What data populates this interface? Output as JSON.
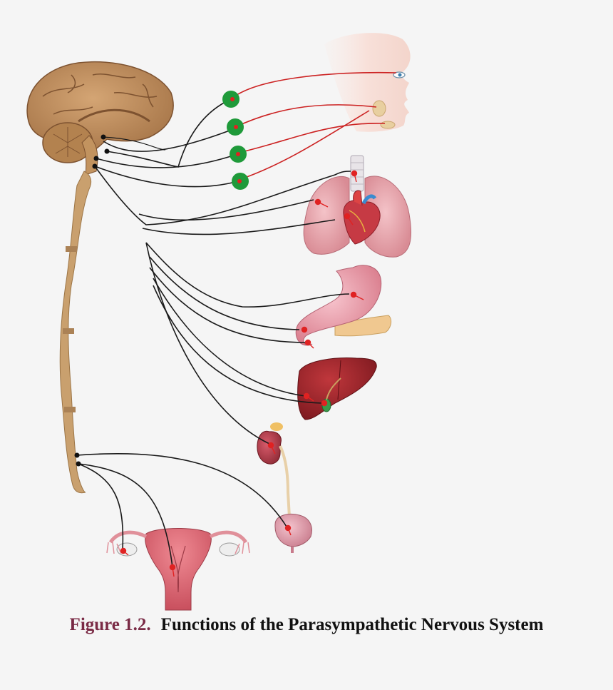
{
  "figure": {
    "number": "Figure 1.2.",
    "title": "Functions of the Parasympathetic Nervous System"
  },
  "colors": {
    "preganglionic_fiber": "#1a1a1a",
    "postganglionic_fiber": "#cc2222",
    "ganglion": "#1f9a3a",
    "synapse": "#e02222",
    "caption_number": "#7a2a45"
  },
  "structures": [
    "brain",
    "spinal-cord",
    "face",
    "eye",
    "salivary-glands",
    "lungs",
    "heart",
    "stomach",
    "pancreas",
    "liver",
    "gallbladder",
    "kidney",
    "ureter",
    "bladder",
    "uterus",
    "ovaries"
  ]
}
